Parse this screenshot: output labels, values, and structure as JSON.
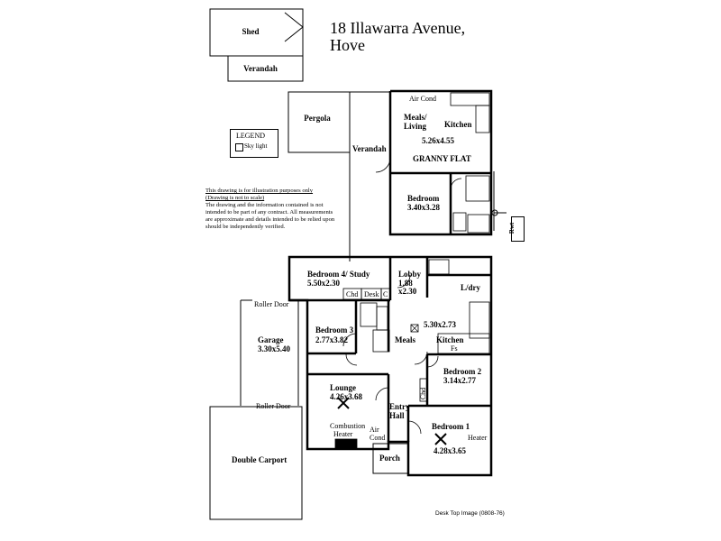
{
  "title": {
    "line1": "18 Illawarra Avenue,",
    "line2": "Hove"
  },
  "legend": {
    "title": "LEGEND",
    "item": "Sky light"
  },
  "disclaimer": {
    "line1": "This drawing is for illustration purposes only",
    "line2": "(Drawing is not to scale)",
    "body": "The drawing and the information contained is not intended to be part of any contract. All measurements are approximate and details intended to be relied upon should be independently verified."
  },
  "labels": {
    "shed": "Shed",
    "verandah_top": "Verandah",
    "pergola": "Pergola",
    "verandah_side": "Verandah",
    "air_cond_top": "Air Cond",
    "meals_living": "Meals/",
    "meals_living2": "Living",
    "kitchen_flat": "Kitchen",
    "flat_dim": "5.26x4.55",
    "granny_flat": "GRANNY FLAT",
    "bedroom_flat": "Bedroom",
    "bedroom_flat_dim": "3.40x3.28",
    "rwt": "Rwt",
    "bed4": "Bedroom 4/ Study",
    "bed4_dim": "5.50x2.30",
    "lobby": "Lobby",
    "lobby_dim1": "1.88",
    "lobby_dim2": "x2.30",
    "ldry": "L/dry",
    "chd1": "Chd",
    "desk": "Desk",
    "c": "C",
    "roller1": "Roller Door",
    "garage": "Garage",
    "garage_dim": "3.30x5.40",
    "bed3": "Bedroom 3",
    "bed3_dim": "2.77x3.82",
    "kitchen_dim": "5.30x2.73",
    "meals": "Meals",
    "kitchen": "Kitchen",
    "fs": "Fs",
    "bed2": "Bedroom 2",
    "bed2_dim": "3.14x2.77",
    "roller2": "Roller Door",
    "lounge": "Lounge",
    "lounge_dim": "4.26x3.68",
    "chd2": "Chd",
    "entry": "Entry",
    "hall": "Hall",
    "combustion": "Combustion",
    "heater1": "Heater",
    "air_cond2": "Air",
    "air_cond2b": "Cond",
    "bed1": "Bedroom 1",
    "bed1_dim": "4.28x3.65",
    "heater2": "Heater",
    "double_carport": "Double Carport",
    "porch": "Porch"
  },
  "footer": "Desk Top Image (0808-76)"
}
